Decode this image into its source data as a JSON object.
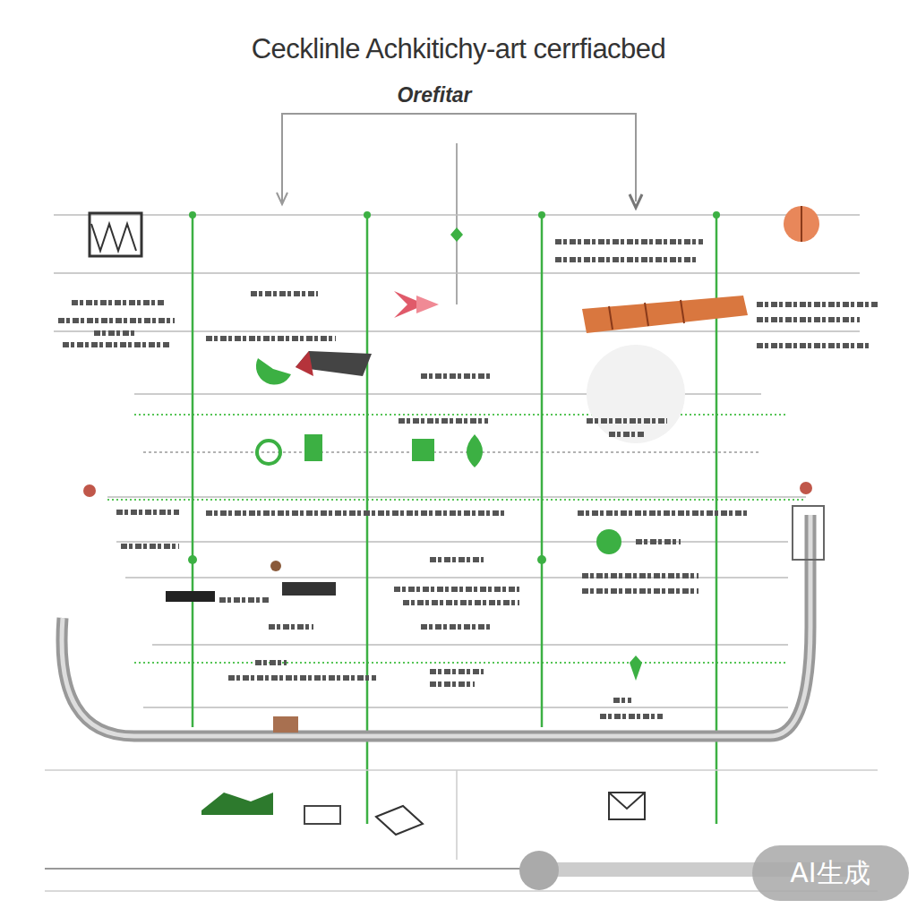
{
  "diagram": {
    "title": "Cecklinle Achkitichy-art cerrfiacbed",
    "labels": [
      "Orefitar",
      "AI生成"
    ]
  }
}
